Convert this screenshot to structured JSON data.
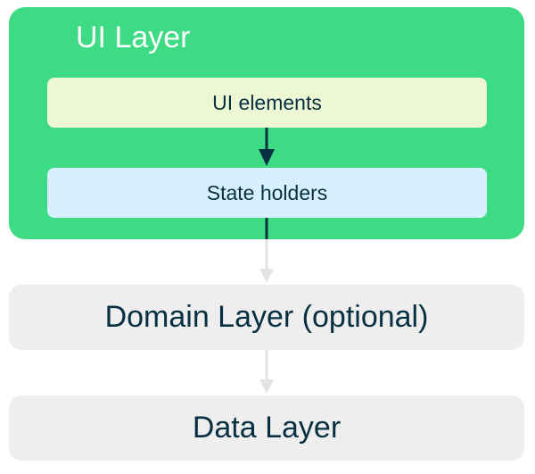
{
  "diagram": {
    "ui_layer": {
      "title": "UI Layer",
      "ui_elements": "UI elements",
      "state_holders": "State holders"
    },
    "domain_layer": "Domain Layer (optional)",
    "data_layer": "Data Layer"
  },
  "colors": {
    "ui_layer_bg": "#3ddc84",
    "ui_elements_bg": "#eef7d3",
    "state_holders_bg": "#d7effe",
    "outer_layer_bg": "#eeeeee",
    "text_dark": "#073042",
    "arrow_dark": "#073042",
    "arrow_light": "#e3e3e3"
  }
}
